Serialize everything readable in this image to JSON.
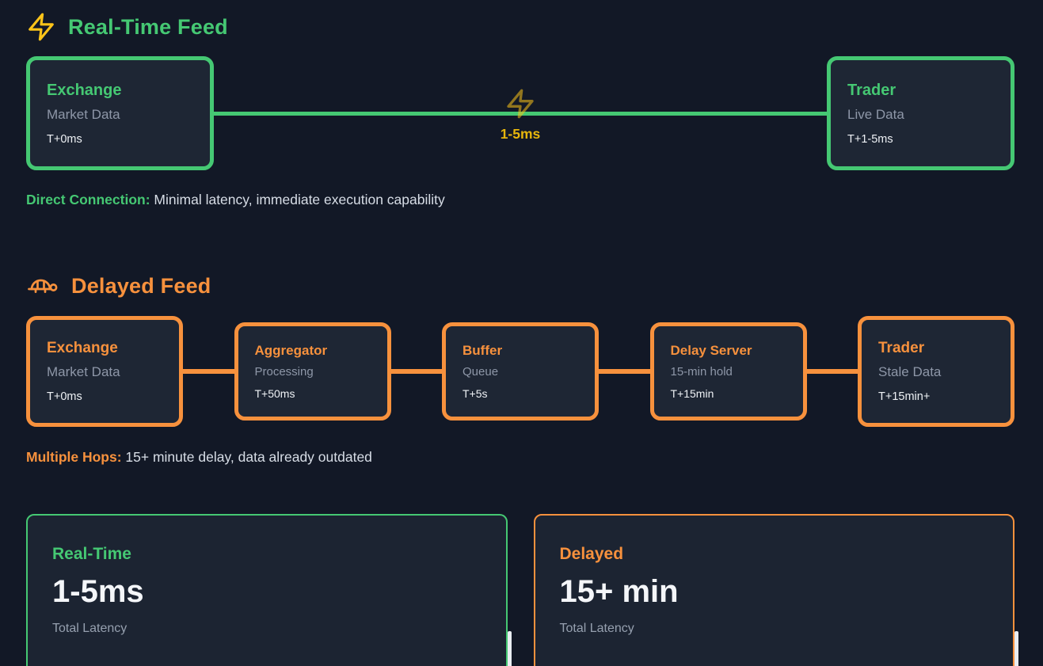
{
  "colors": {
    "background": "#121826",
    "node_fill": "#1e2634",
    "green_accent": "#45c873",
    "orange_accent": "#f7913d",
    "yellow_bolt": "#fcc419",
    "gold_label": "#e6b50c"
  },
  "realtime": {
    "heading": "Real-Time Feed",
    "heading_icon": "zap-icon",
    "nodes": [
      {
        "title": "Exchange",
        "subtitle": "Market Data",
        "time": "T+0ms"
      },
      {
        "title": "Trader",
        "subtitle": "Live Data",
        "time": "T+1-5ms"
      }
    ],
    "link_icon": "zap-icon",
    "link_label": "1-5ms",
    "caption_label": "Direct Connection:",
    "caption_text": "Minimal latency, immediate execution capability"
  },
  "delayed": {
    "heading": "Delayed Feed",
    "heading_icon": "turtle-icon",
    "nodes": [
      {
        "title": "Exchange",
        "subtitle": "Market Data",
        "time": "T+0ms"
      },
      {
        "title": "Aggregator",
        "subtitle": "Processing",
        "time": "T+50ms"
      },
      {
        "title": "Buffer",
        "subtitle": "Queue",
        "time": "T+5s"
      },
      {
        "title": "Delay Server",
        "subtitle": "15-min hold",
        "time": "T+15min"
      },
      {
        "title": "Trader",
        "subtitle": "Stale Data",
        "time": "T+15min+"
      }
    ],
    "caption_label": "Multiple Hops:",
    "caption_text": "15+ minute delay, data already outdated"
  },
  "summary": {
    "realtime_card": {
      "title": "Real-Time",
      "value": "1-5ms",
      "label": "Total Latency"
    },
    "delayed_card": {
      "title": "Delayed",
      "value": "15+ min",
      "label": "Total Latency"
    }
  }
}
